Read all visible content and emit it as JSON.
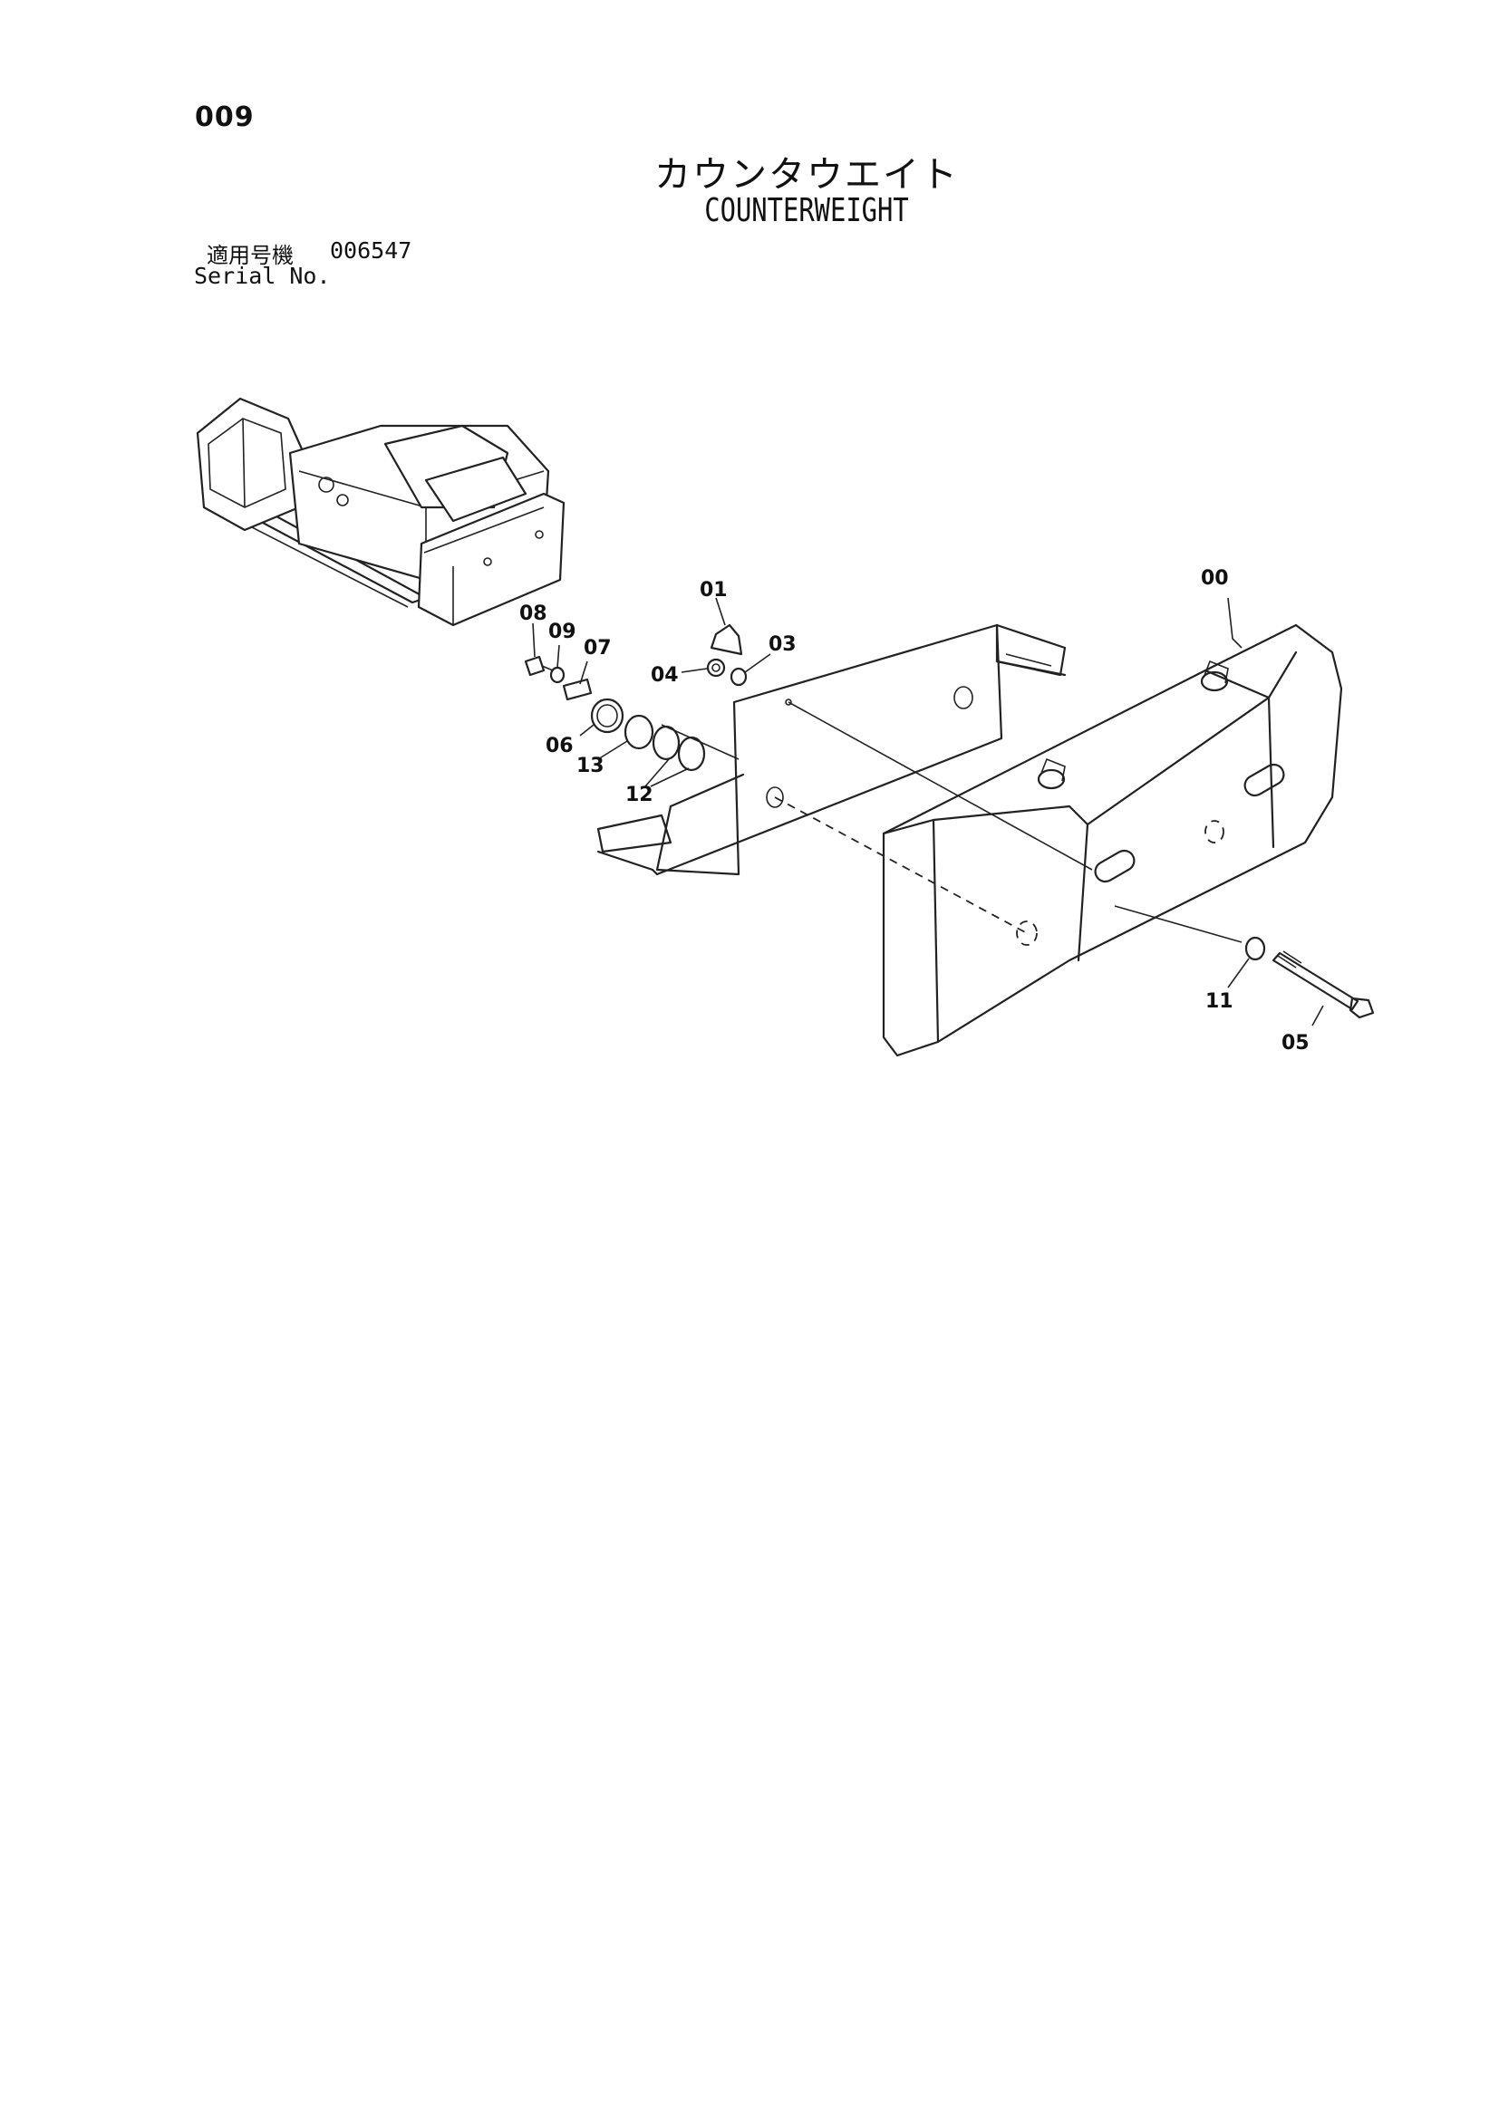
{
  "page_number": "009",
  "title": {
    "japanese": "カウンタウエイト",
    "english": "COUNTERWEIGHT"
  },
  "serial": {
    "label_japanese": "適用号機",
    "label_english": "Serial No.",
    "value": "006547"
  },
  "callouts": {
    "c00": "00",
    "c01": "01",
    "c03": "03",
    "c04": "04",
    "c05": "05",
    "c06": "06",
    "c07": "07",
    "c08": "08",
    "c09": "09",
    "c11": "11",
    "c12": "12",
    "c13": "13"
  }
}
